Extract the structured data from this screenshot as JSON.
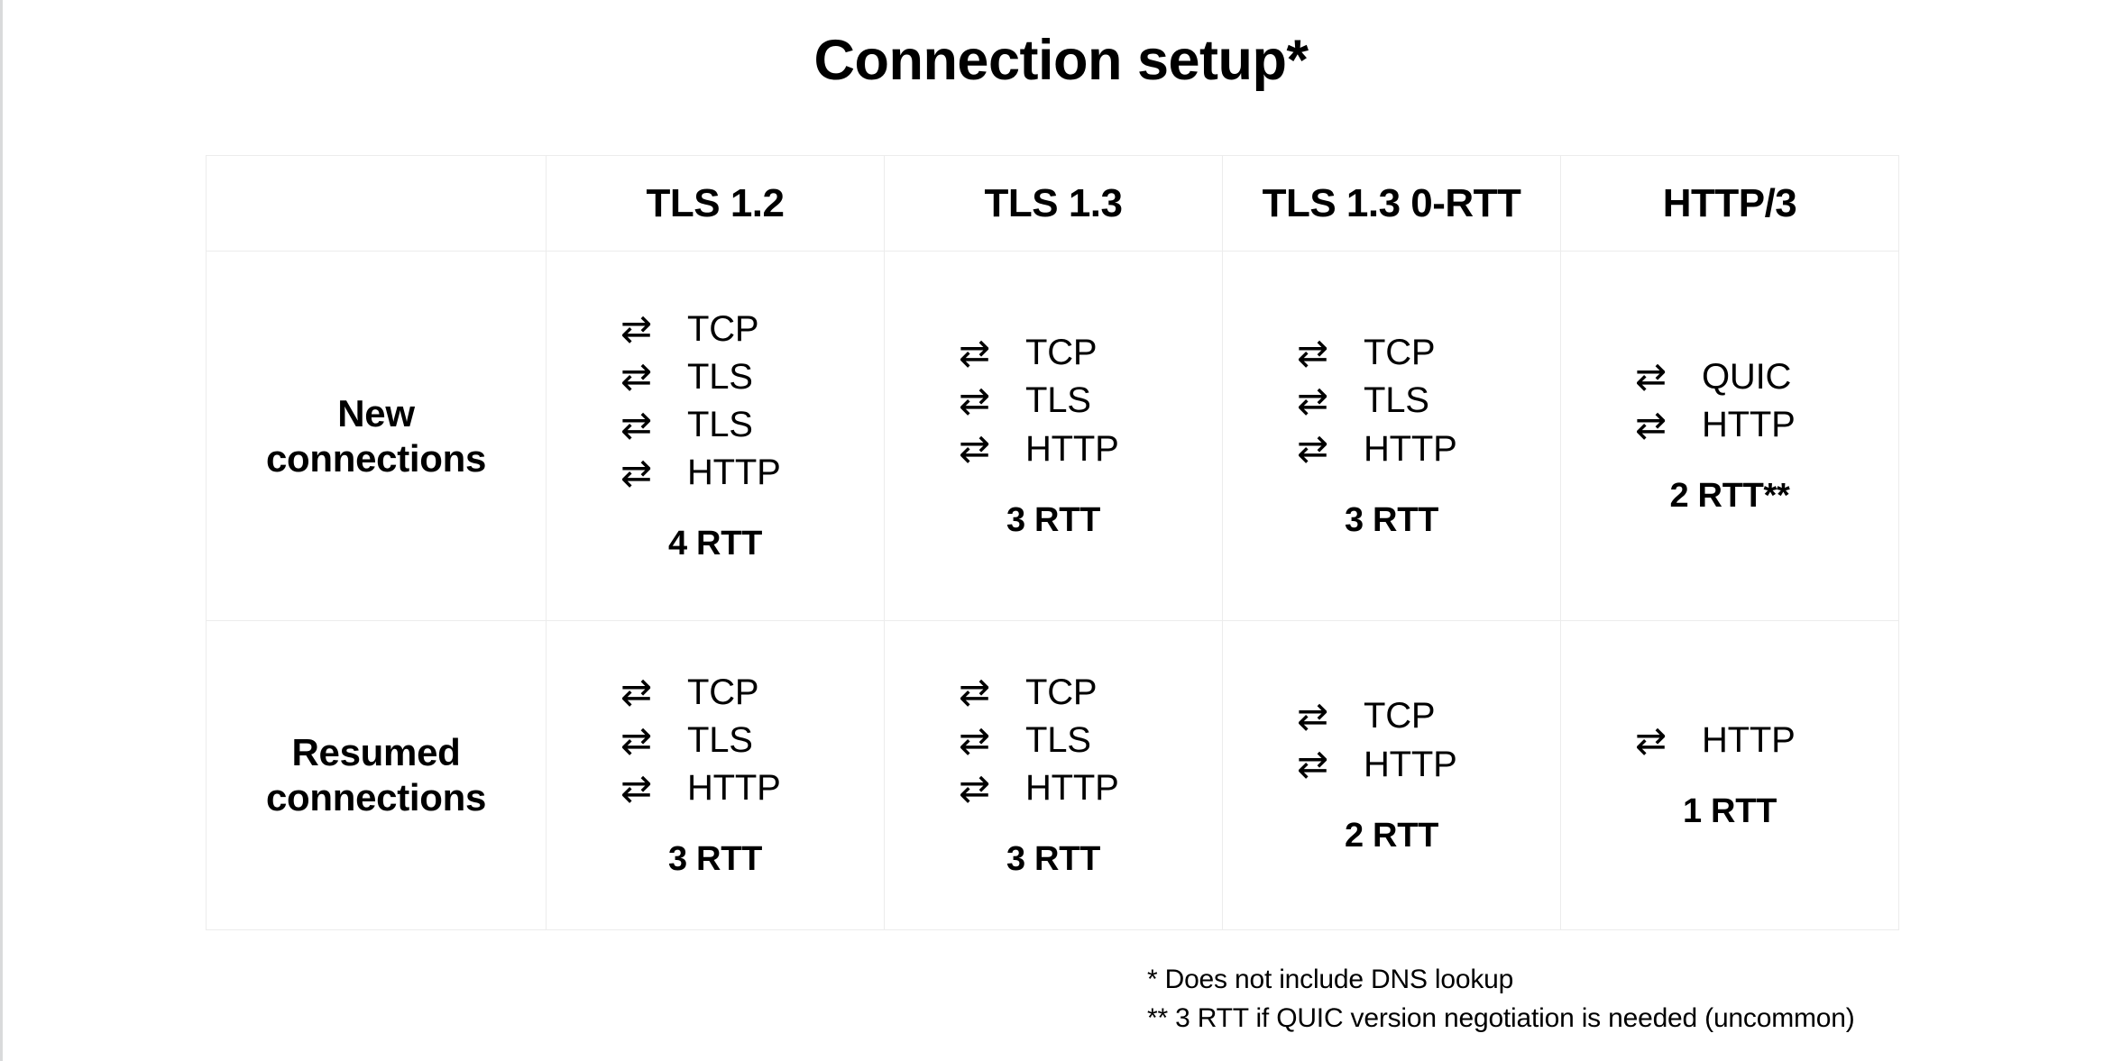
{
  "title": "Connection setup*",
  "arrow_glyph": "⇄",
  "colors": {
    "background": "#ffffff",
    "text": "#000000",
    "grid_line": "#ececec",
    "page_edge": "#d9dadb"
  },
  "table": {
    "corner_label": "",
    "columns": [
      "TLS 1.2",
      "TLS 1.3",
      "TLS 1.3 0-RTT",
      "HTTP/3"
    ],
    "rows": [
      {
        "label_line1": "New",
        "label_line2": "connections",
        "cells": [
          {
            "steps": [
              "TCP",
              "TLS",
              "TLS",
              "HTTP"
            ],
            "rtt": "4 RTT"
          },
          {
            "steps": [
              "TCP",
              "TLS",
              "HTTP"
            ],
            "rtt": "3 RTT"
          },
          {
            "steps": [
              "TCP",
              "TLS",
              "HTTP"
            ],
            "rtt": "3 RTT"
          },
          {
            "steps": [
              "QUIC",
              "HTTP"
            ],
            "rtt": "2 RTT**"
          }
        ]
      },
      {
        "label_line1": "Resumed",
        "label_line2": "connections",
        "cells": [
          {
            "steps": [
              "TCP",
              "TLS",
              "HTTP"
            ],
            "rtt": "3 RTT"
          },
          {
            "steps": [
              "TCP",
              "TLS",
              "HTTP"
            ],
            "rtt": "3 RTT"
          },
          {
            "steps": [
              "TCP",
              "HTTP"
            ],
            "rtt": "2 RTT"
          },
          {
            "steps": [
              "HTTP"
            ],
            "rtt": "1 RTT"
          }
        ]
      }
    ]
  },
  "footnotes": [
    "* Does not include DNS lookup",
    "** 3 RTT if QUIC version negotiation is needed (uncommon)"
  ],
  "chart_data": {
    "type": "table",
    "title": "Connection setup*",
    "columns": [
      "",
      "TLS 1.2",
      "TLS 1.3",
      "TLS 1.3 0-RTT",
      "HTTP/3"
    ],
    "row_labels": [
      "New connections",
      "Resumed connections"
    ],
    "round_trips": {
      "New connections": [
        4,
        3,
        3,
        2
      ],
      "Resumed connections": [
        3,
        3,
        2,
        1
      ]
    },
    "handshake_steps": {
      "New connections": {
        "TLS 1.2": [
          "TCP",
          "TLS",
          "TLS",
          "HTTP"
        ],
        "TLS 1.3": [
          "TCP",
          "TLS",
          "HTTP"
        ],
        "TLS 1.3 0-RTT": [
          "TCP",
          "TLS",
          "HTTP"
        ],
        "HTTP/3": [
          "QUIC",
          "HTTP"
        ]
      },
      "Resumed connections": {
        "TLS 1.2": [
          "TCP",
          "TLS",
          "HTTP"
        ],
        "TLS 1.3": [
          "TCP",
          "TLS",
          "HTTP"
        ],
        "TLS 1.3 0-RTT": [
          "TCP",
          "HTTP"
        ],
        "HTTP/3": [
          "HTTP"
        ]
      }
    },
    "rtt_labels": {
      "New connections": [
        "4 RTT",
        "3 RTT",
        "3 RTT",
        "2 RTT**"
      ],
      "Resumed connections": [
        "3 RTT",
        "3 RTT",
        "2 RTT",
        "1 RTT"
      ]
    },
    "annotations": [
      "* Does not include DNS lookup",
      "** 3 RTT if QUIC version negotiation is needed (uncommon)"
    ]
  }
}
